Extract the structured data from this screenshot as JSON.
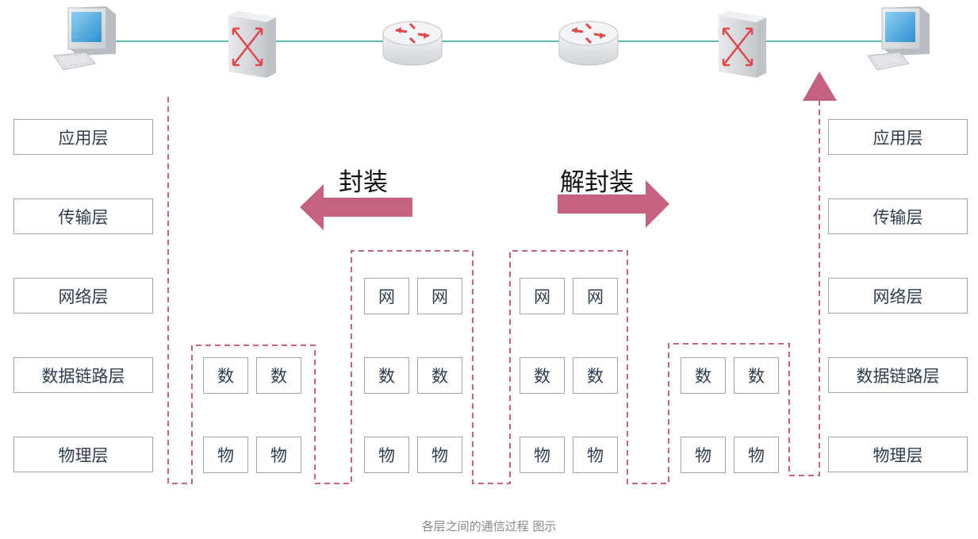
{
  "colors": {
    "accent": "#c4627f",
    "line": "#5cbab2",
    "box_border": "#9aa6b2",
    "text": "#2f3d4f"
  },
  "devices": [
    {
      "type": "computer",
      "icon": "computer-icon"
    },
    {
      "type": "switch",
      "icon": "switch-icon"
    },
    {
      "type": "router",
      "icon": "router-icon"
    },
    {
      "type": "router",
      "icon": "router-icon"
    },
    {
      "type": "switch",
      "icon": "switch-icon"
    },
    {
      "type": "computer",
      "icon": "computer-icon"
    }
  ],
  "left_stack": [
    "应用层",
    "传输层",
    "网络层",
    "数据链路层",
    "物理层"
  ],
  "right_stack": [
    "应用层",
    "传输层",
    "网络层",
    "数据链路层",
    "物理层"
  ],
  "arrows": {
    "encapsulate": "封装",
    "decapsulate": "解封装"
  },
  "switch_cells": {
    "data": "数",
    "phys": "物"
  },
  "router_cells": {
    "net": "网",
    "data": "数",
    "phys": "物"
  },
  "caption": "各层之间的通信过程 图示"
}
